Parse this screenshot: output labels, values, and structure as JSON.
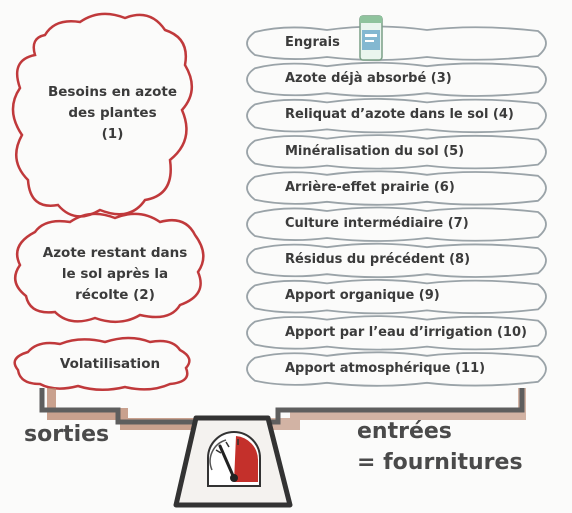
{
  "outputs": {
    "cloud_1": [
      "Besoins en azote",
      "des plantes",
      "(1)"
    ],
    "cloud_2": [
      "Azote restant dans",
      "le sol après la",
      "récolte (2)"
    ],
    "cloud_3": [
      "Volatilisation"
    ],
    "label": "sorties"
  },
  "inputs": {
    "items": [
      "Engrais",
      "Azote déjà absorbé (3)",
      "Reliquat d’azote dans le sol (4)",
      "Minéralisation du sol (5)",
      "Arrière-effet prairie (6)",
      "Culture intermédiaire (7)",
      "Résidus du précédent (8)",
      "Apport organique (9)",
      "Apport par l’eau d’irrigation (10)",
      "Apport atmosphérique (11)"
    ],
    "label_line1": "entrées",
    "label_line2": "= fournitures"
  },
  "colors": {
    "outputs_outline": "#c0393b",
    "inputs_outline": "#9aa3a8",
    "beam": "#5e5e5e",
    "beam_accent": "#b8836a",
    "gauge_red": "#c4302b"
  },
  "icons": [
    "fertilizer-bag-icon",
    "scale-gauge-icon"
  ]
}
